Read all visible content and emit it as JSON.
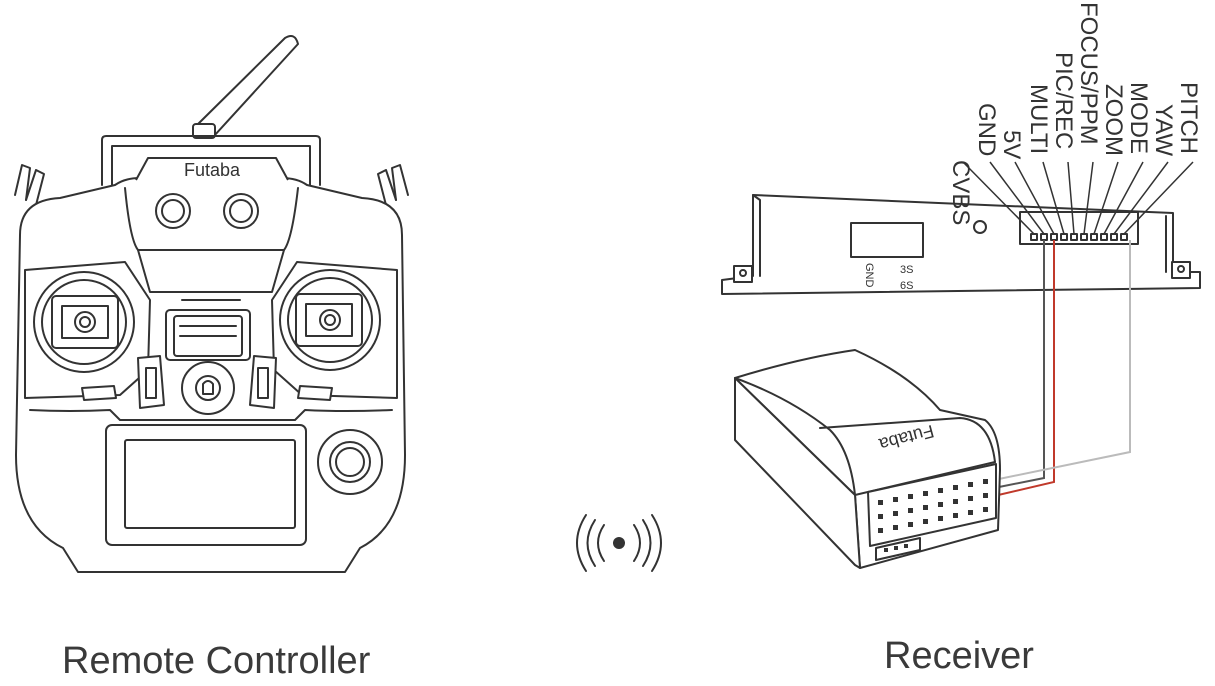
{
  "controller": {
    "brand": "Futaba",
    "caption": "Remote Controller"
  },
  "receiver": {
    "brand": "Futaba",
    "caption": "Receiver"
  },
  "gimbal_board": {
    "switch_labels": [
      "3S",
      "6S"
    ],
    "gnd_label": "GND",
    "pin_labels": [
      "CVBS",
      "GND",
      "5V",
      "MULTI",
      "PIC/REC",
      "FOCUS/PPM",
      "ZOOM",
      "MODE",
      "YAW",
      "PITCH"
    ]
  },
  "colors": {
    "line": "#333333",
    "signal_wire": "#c0392b",
    "gnd_wire": "#555555",
    "white_wire": "#bbbbbb"
  },
  "icons": [
    "wireless-signal-icon"
  ]
}
